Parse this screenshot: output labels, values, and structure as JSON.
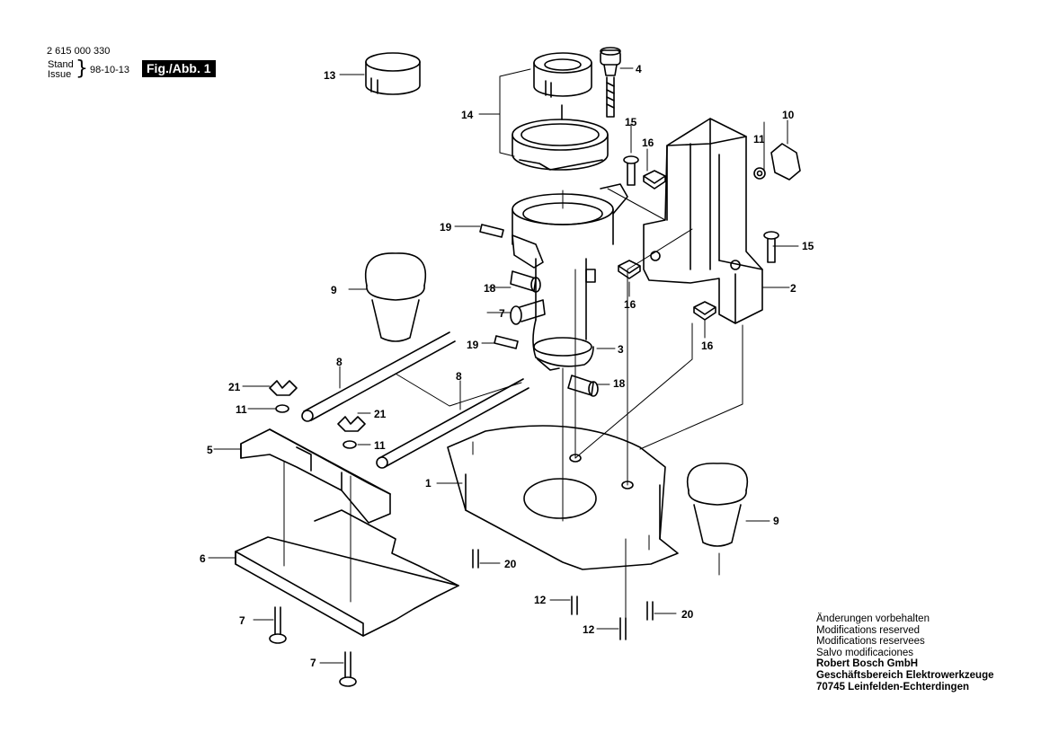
{
  "header": {
    "part_number": "2 615 000 330",
    "stand_label": "Stand",
    "issue_label": "Issue",
    "date": "98-10-13",
    "figure_label": "Fig./Abb. 1"
  },
  "footer": {
    "line1": "Änderungen vorbehalten",
    "line2": "Modifications reserved",
    "line3": "Modifications reservees",
    "line4": "Salvo modificaciones",
    "company": "Robert Bosch GmbH",
    "division": "Geschäftsbereich Elektrowerkzeuge",
    "address": "70745 Leinfelden-Echterdingen"
  },
  "callouts": {
    "c1": "1",
    "c2": "2",
    "c3": "3",
    "c4": "4",
    "c5": "5",
    "c6": "6",
    "c7a": "7",
    "c7b": "7",
    "c7c": "7",
    "c8a": "8",
    "c8b": "8",
    "c9a": "9",
    "c9b": "9",
    "c10": "10",
    "c11a": "11",
    "c11b": "11",
    "c11c": "11",
    "c12a": "12",
    "c12b": "12",
    "c13": "13",
    "c14": "14",
    "c15a": "15",
    "c15b": "15",
    "c16a": "16",
    "c16b": "16",
    "c16c": "16",
    "c18a": "18",
    "c18b": "18",
    "c19a": "19",
    "c19b": "19",
    "c20a": "20",
    "c20b": "20",
    "c21a": "21",
    "c21b": "21"
  }
}
